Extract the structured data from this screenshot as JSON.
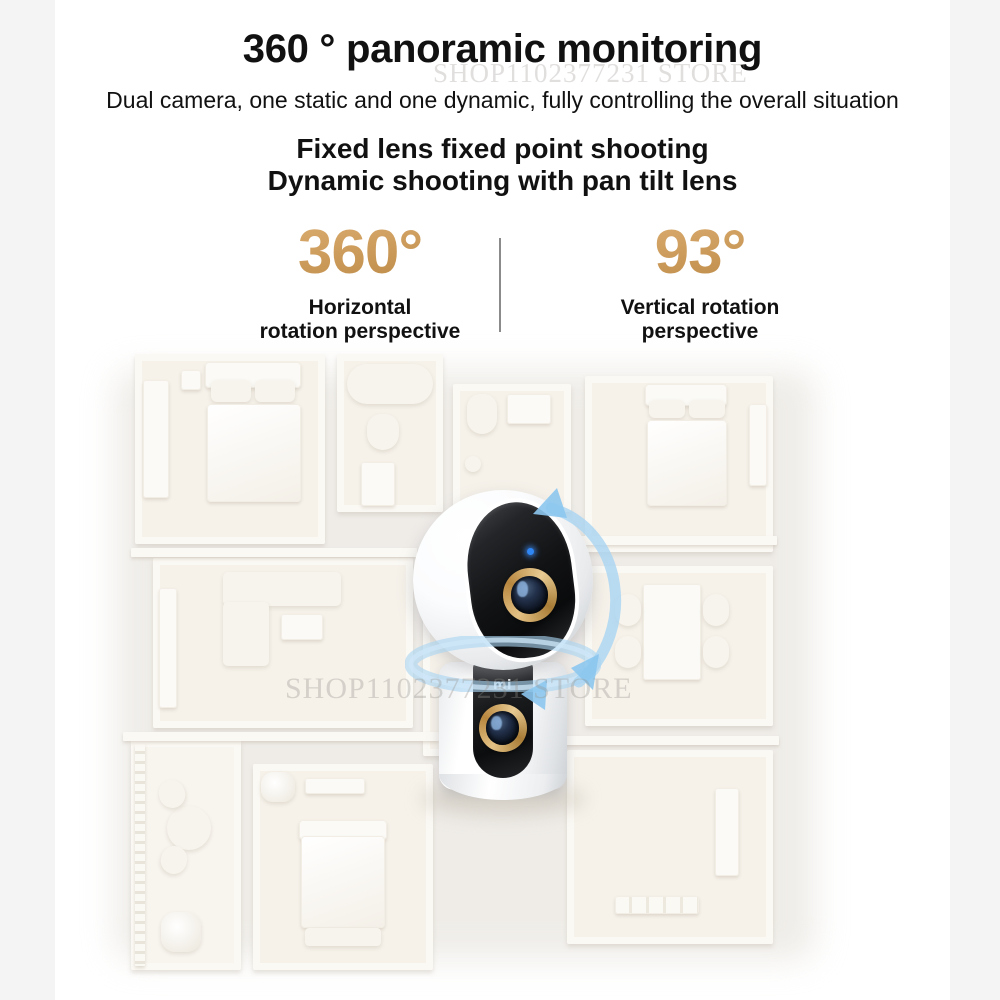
{
  "page": {
    "background_color": "#f4f4f4",
    "canvas_color": "#ffffff",
    "accent_gold": "#c89250",
    "accent_blue": "#9fd0f0",
    "text_color": "#111111"
  },
  "header": {
    "title": "360 ° panoramic monitoring",
    "subtitle": "Dual camera, one static and one dynamic, fully controlling the overall situation",
    "feature_line_1": "Fixed lens fixed point shooting",
    "feature_line_2": "Dynamic shooting with pan tilt lens"
  },
  "stats": {
    "divider": "vertical-divider",
    "items": [
      {
        "value": "360°",
        "caption_line_1": "Horizontal",
        "caption_line_2": "rotation perspective"
      },
      {
        "value": "93°",
        "caption_line_1": "Vertical rotation",
        "caption_line_2": "perspective"
      }
    ]
  },
  "scene": {
    "name": "isometric-floorplan-with-camera",
    "camera": {
      "brand_logo": "mi",
      "head_lens": "gold-ring-lens",
      "base_lens": "gold-ring-lens",
      "status_led": "blue-led-indicator",
      "rotation_ring": "horizontal-360-rotation-ring",
      "rotation_arc": "vertical-rotation-arrows"
    },
    "floorplan_rooms": [
      "bedroom-master",
      "bathroom-main",
      "bathroom-secondary",
      "bedroom-second",
      "living-room",
      "dining-room",
      "balcony",
      "bedroom-third",
      "study-room",
      "hallway"
    ]
  },
  "watermark": {
    "text": "SHOP1102377231 STORE"
  }
}
